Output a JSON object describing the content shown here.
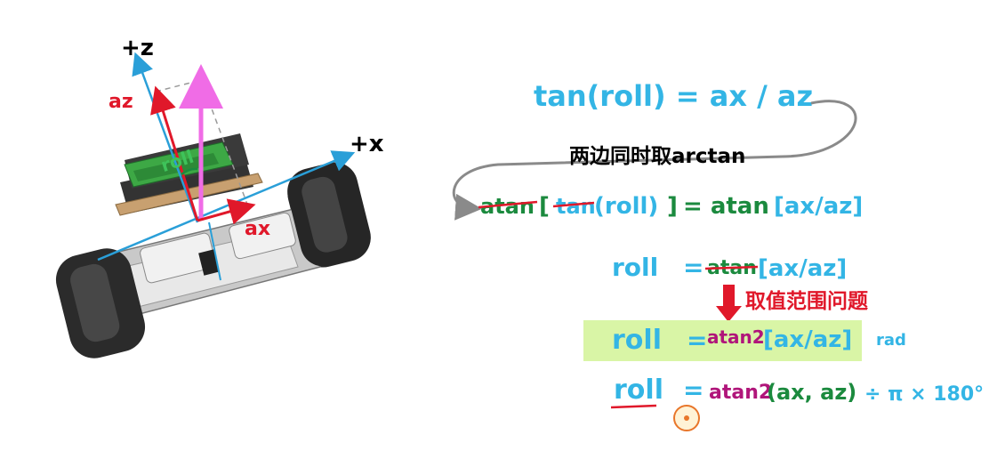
{
  "robot": {
    "axis_z": "+z",
    "axis_x": "+x",
    "label_az": "az",
    "label_ax": "ax",
    "label_roll": "roll"
  },
  "equations": {
    "eq1": "tan(roll) =  ax / az",
    "note_arctan": "两边同时取arctan",
    "eq2_atan": "atan",
    "eq2_tan": "tan",
    "eq2_roll": "(roll)",
    "eq2_close": "]",
    "eq2_open": "[",
    "eq2_rhs": "= atan",
    "eq2_args": "[ax/az]",
    "eq3_roll": "roll",
    "eq3_eq": "=",
    "eq3_atan": "atan",
    "eq3_args": "[ax/az]",
    "note_range": "取值范围问题",
    "eq4_roll": "roll",
    "eq4_eq": "=",
    "eq4_atan2": "atan2",
    "eq4_args": "[ax/az]",
    "eq4_unit": "rad",
    "eq5_roll": "roll",
    "eq5_eq": "=",
    "eq5_atan2": "atan2",
    "eq5_args": "(ax, az)",
    "eq5_conv": "÷ π × 180°"
  },
  "colors": {
    "blue": "#33b5e5",
    "green": "#1b8a3e",
    "red": "#e0182a",
    "magenta": "#b0157a",
    "pink": "#f06ce6",
    "highlight": "#d9f5a6",
    "gray": "#8a8a8a",
    "orange": "#e8762a"
  }
}
